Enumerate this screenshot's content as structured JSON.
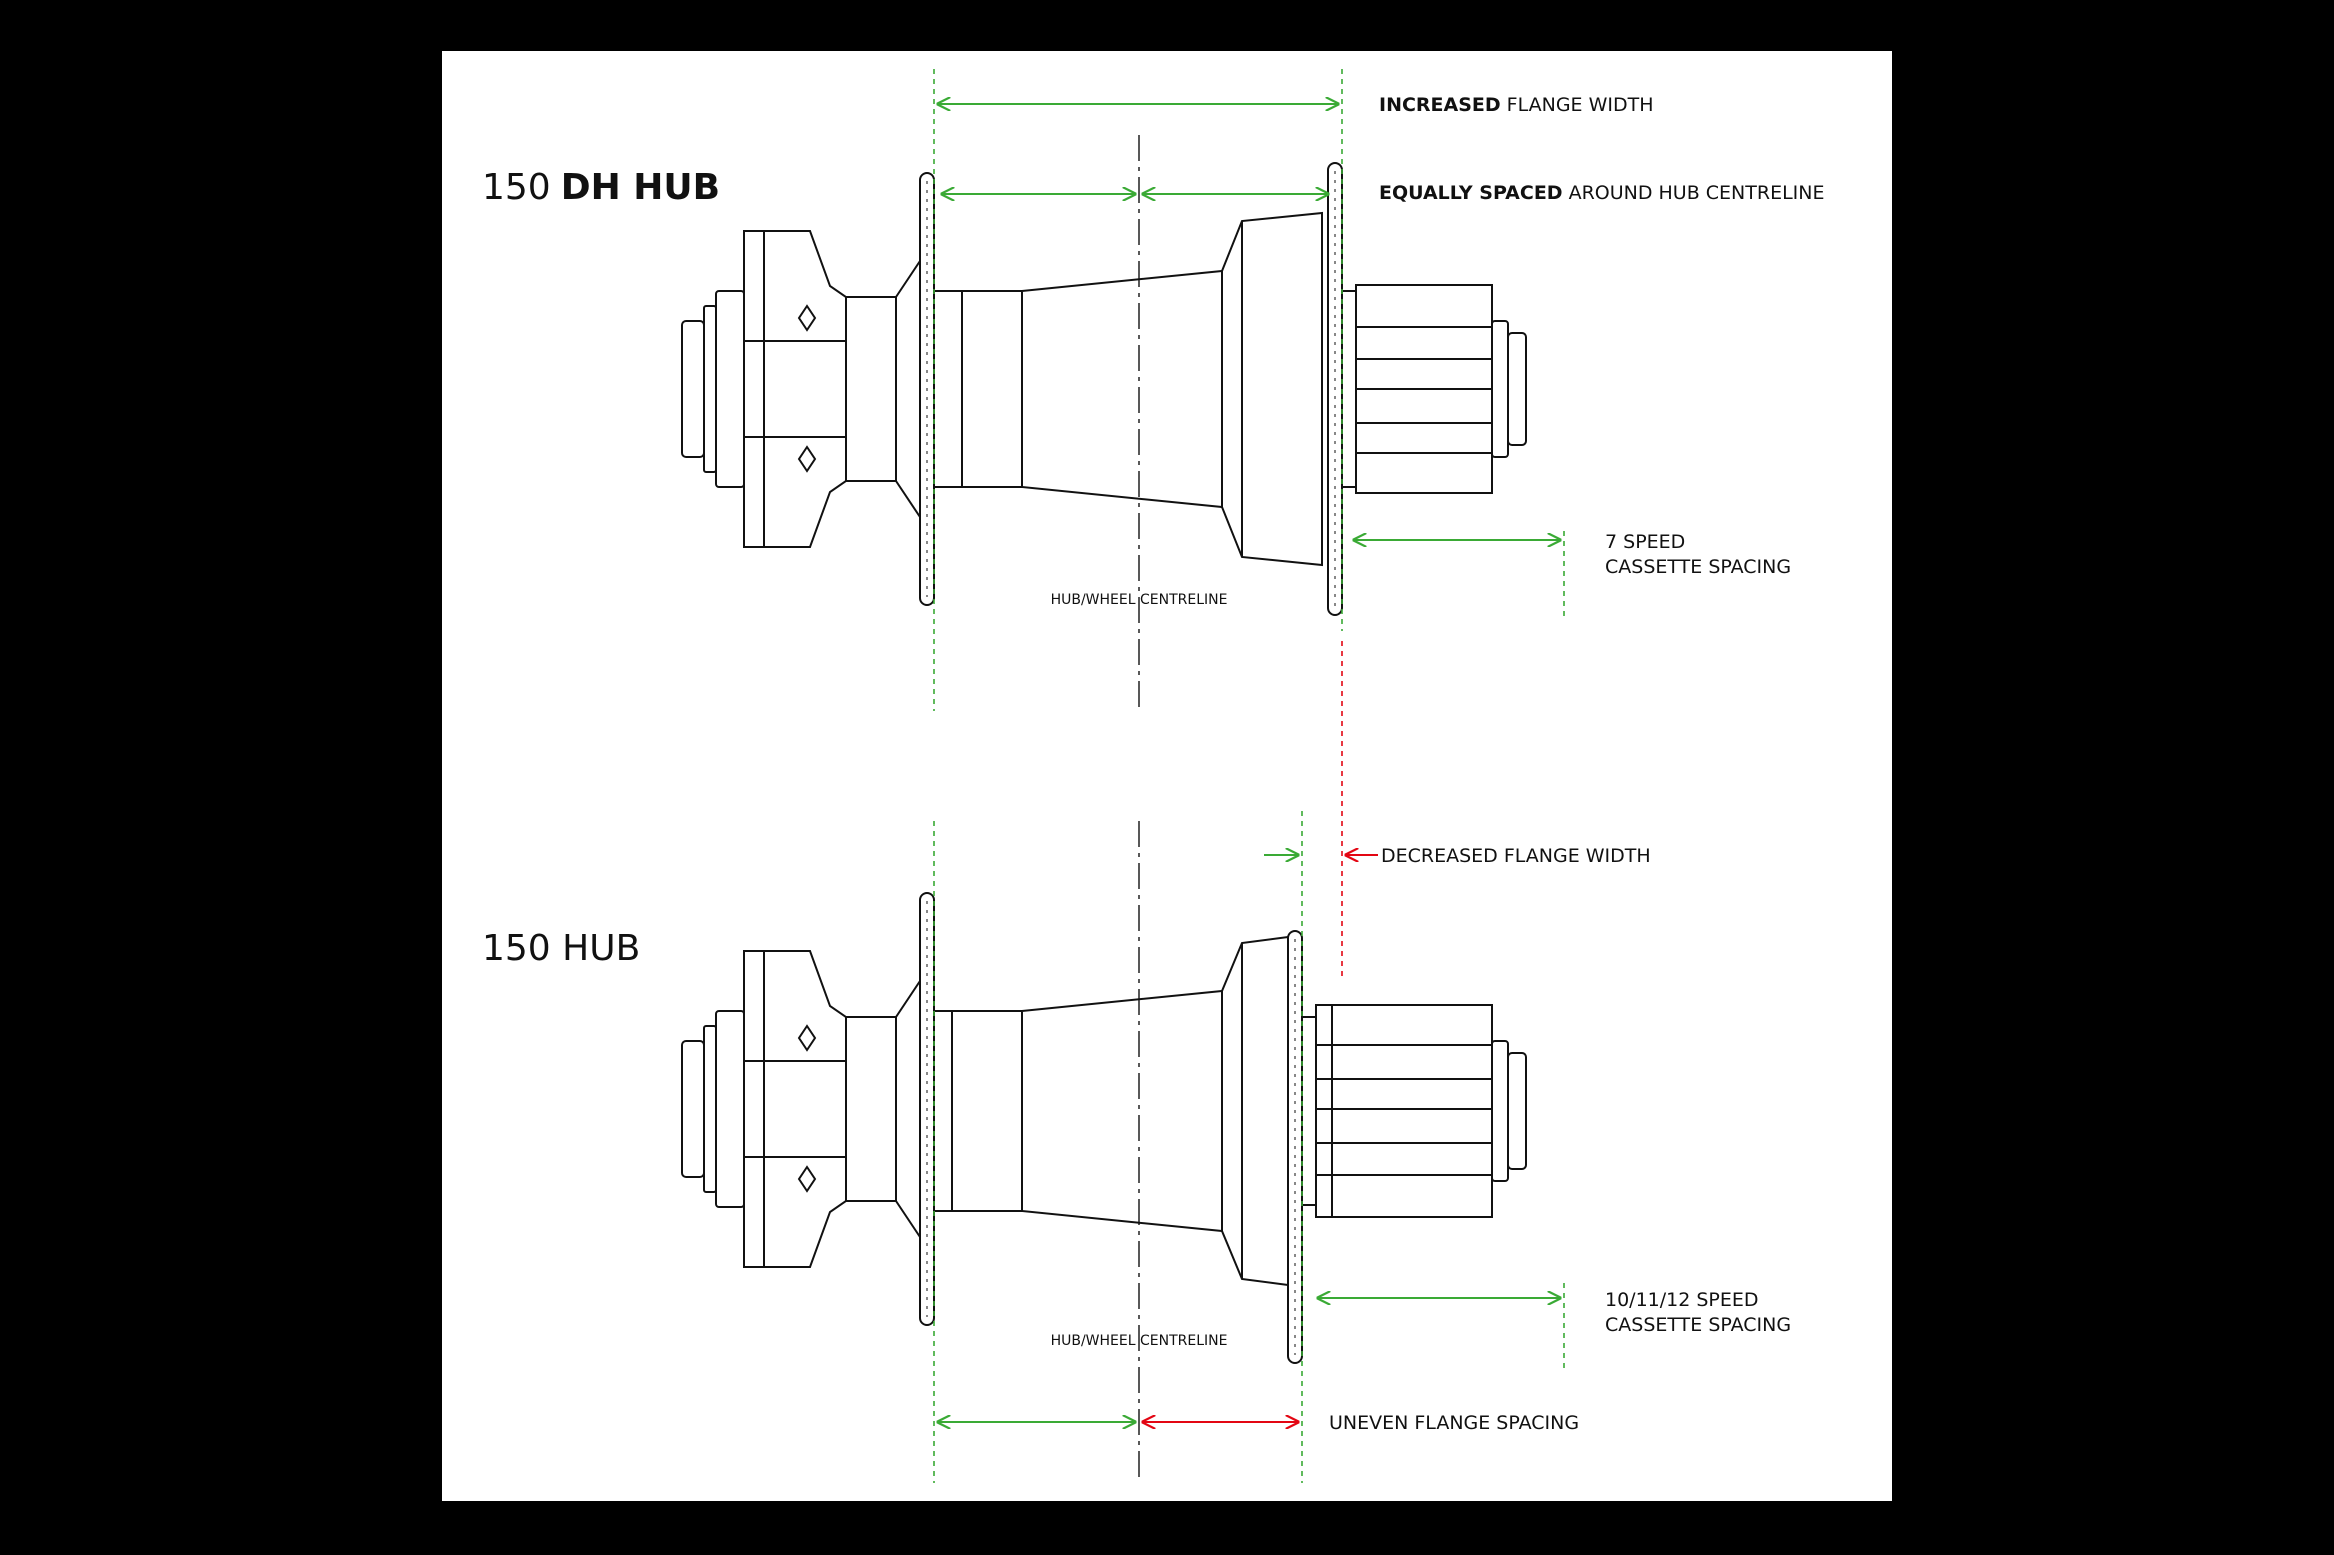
{
  "colors": {
    "background": "#000000",
    "panel": "#ffffff",
    "line": "#111111",
    "green": "#3aaa35",
    "red": "#e30613"
  },
  "dh_hub": {
    "title_prefix": "150",
    "title_bold": "DH HUB",
    "centreline_label": "HUB/WHEEL CENTRELINE",
    "increased_bold": "INCREASED",
    "increased_rest": "FLANGE WIDTH",
    "equally_bold": "EQUALLY SPACED",
    "equally_rest": "AROUND HUB CENTRELINE",
    "cassette_line1": "7 SPEED",
    "cassette_line2": "CASSETTE SPACING"
  },
  "std_hub": {
    "title": "150 HUB",
    "centreline_label": "HUB/WHEEL CENTRELINE",
    "decreased_label": "DECREASED FLANGE WIDTH",
    "cassette_line1": "10/11/12 SPEED",
    "cassette_line2": "CASSETTE SPACING",
    "uneven_label": "UNEVEN FLANGE SPACING"
  }
}
